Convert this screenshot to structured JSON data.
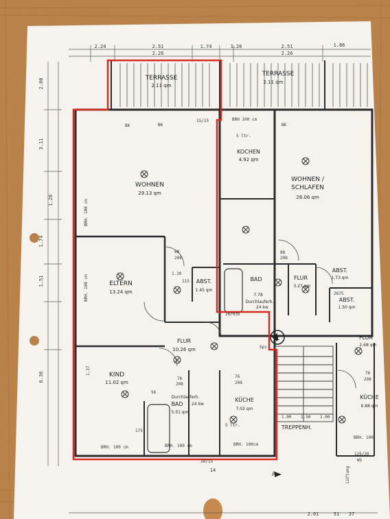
{
  "plan": {
    "colors": {
      "table": "#b9824a",
      "paper": "#f4f3ee",
      "ink": "#2a2a2a",
      "highlight": "#d8291f"
    },
    "rooms": {
      "terrasse_left": {
        "name": "TERRASSE",
        "area": "2.11 qm"
      },
      "terrasse_right": {
        "name": "TERRASSE",
        "area": "2.11 qm"
      },
      "wohnen": {
        "name": "WOHNEN",
        "area": "29.13 qm"
      },
      "kochen": {
        "name": "KOCHEN",
        "area": "4.92 qm"
      },
      "wohnen_schlafen": {
        "name": "WOHNEN /",
        "name2": "SCHLAFEN",
        "area": "28.06 qm"
      },
      "eltern": {
        "name": "ELTERN",
        "area": "13.24 qm"
      },
      "abst_left": {
        "name": "ABST.",
        "area": "1.45 qm"
      },
      "bad_right": {
        "name": "BAD",
        "area": "7.78",
        "note": "Durchlauferh.",
        "note2": "24 kw"
      },
      "flur_right": {
        "name": "FLUR",
        "area": "3.27 qm"
      },
      "abst_right_top": {
        "name": "ABST.",
        "area": "1.73 qm"
      },
      "abst_right_mid": {
        "name": "ABST.",
        "area": "1.50 qm"
      },
      "flur_left": {
        "name": "FLUR",
        "area": "10.26 qm"
      },
      "kind": {
        "name": "KIND",
        "area": "11.02 qm"
      },
      "bad_left": {
        "name": "BAD",
        "area": "5.51 qm",
        "note": "Durchlauferh.",
        "note2": "24 kw"
      },
      "kueche_left": {
        "name": "KÜCHE",
        "area": "7.02 qm"
      },
      "flur_far": {
        "name": "FLUR",
        "area": "2.68 qm"
      },
      "kueche_far": {
        "name": "KÜCHE",
        "area": "6.88 qm"
      }
    },
    "labels": {
      "treppenh": "TREPPENH.",
      "brh_wohnen": "BRH. 100 cm",
      "brh_eltern": "BRH. 100 cm",
      "brh_kochen": "BRH 100 cm",
      "brh_kind": "BRH. 100 cm",
      "brh_bad": "BRH. 100 cm",
      "brh_kueche": "BRH. 100cm",
      "brh_far": "BRH. 100",
      "bk1": "BK",
      "bk2": "BK",
      "bk3": "BK",
      "section": "1",
      "section_a": "A",
      "ltr_kochen": "5 ltr.",
      "ltr_kueche": "5 ltr.",
      "spc": "Spc",
      "ws": "WS",
      "luftung": "Lüftung",
      "dim_125": "125/20",
      "dim_2675": "2675",
      "dim_1515": "15/15",
      "dim_3015": "30/15",
      "dim_6366": "26/635",
      "dim_88a": "88",
      "dim_208a": "208",
      "dim_88b": "88",
      "dim_208b": "208",
      "dim_76a": "76",
      "dim_208c": "208",
      "dim_76b": "76",
      "dim_208d": "208",
      "dim_76c": "76",
      "dim_208e": "208",
      "dim_120": "1.20",
      "dim_115": "115",
      "dim_56": "56",
      "dim_175": "175",
      "dim_137": "1.37",
      "dim_100a": "1.00",
      "dim_150": "1.50",
      "dim_100b": "1.00"
    },
    "dims": {
      "top1": [
        "2.24",
        "2.51",
        "1.74",
        "1.26",
        "2.51",
        "1.86"
      ],
      "top2": [
        "2.26",
        "2.26"
      ],
      "left": [
        "2.00",
        "3.11",
        "1.26",
        "1.74",
        "1.51",
        "6.36"
      ],
      "bottom": [
        "14",
        "2.01",
        "51",
        "37"
      ]
    }
  }
}
